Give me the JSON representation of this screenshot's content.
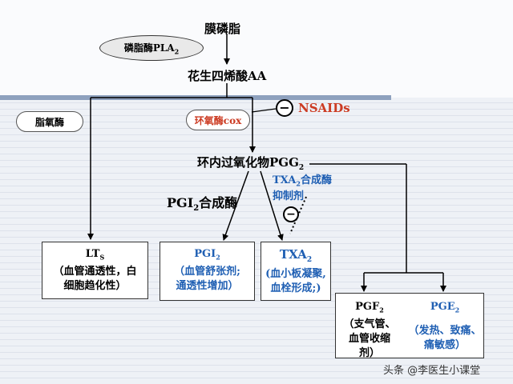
{
  "nodes": {
    "phospholipid": "膜磷脂",
    "pla2": {
      "main": "磷脂酶PLA",
      "sub": "2"
    },
    "aa": "花生四烯酸AA",
    "lipoxygenase": "脂氧酶",
    "cox": "环氧酶cox",
    "nsaids": "NSAIDs",
    "minus_sign": "−",
    "pgg2": {
      "main": "环内过氧化物PGG",
      "sub": "2"
    },
    "pgi2_synthase": {
      "main": "PGI",
      "sub": "2",
      "tail": "合成酶"
    },
    "txa2_inhibitor": {
      "line1_main": "TXA",
      "line1_sub": "2",
      "line1_tail": "合成酶",
      "line2": "抑制剂"
    }
  },
  "boxes": {
    "lts": {
      "title_main": "LT",
      "title_sub": "S",
      "lines": [
        "（血管通透性，白",
        "细胞趋化性）"
      ]
    },
    "pgi2": {
      "title_main": "PGI",
      "title_sub": "2",
      "lines": [
        "（血管舒张剂;",
        "通透性增加）"
      ]
    },
    "txa2": {
      "title_main": "TXA",
      "title_sub": "2",
      "lines": [
        "(血小板凝聚,",
        "血栓形成;)"
      ]
    },
    "pgf2": {
      "title_main": "PGF",
      "title_sub": "2",
      "lines": [
        "（支气管、",
        "血管收缩",
        "剂）"
      ]
    },
    "pge2": {
      "title_main": "PGE",
      "title_sub": "2",
      "lines": [
        "（发热、致痛、",
        "痛敏感）"
      ]
    }
  },
  "watermark": "头条 @李医生小课堂",
  "colors": {
    "blue": "#1f5fb3",
    "red": "#cc3b22",
    "membrane": "#8ea1be"
  }
}
